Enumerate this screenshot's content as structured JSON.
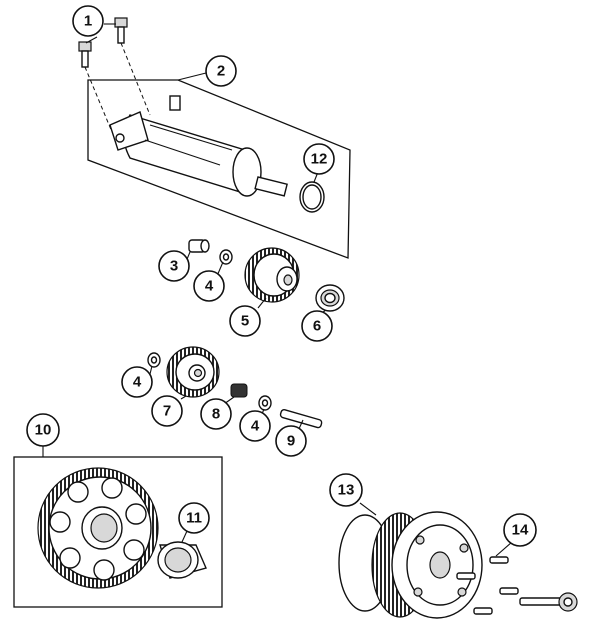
{
  "callouts": {
    "c1": "1",
    "c2": "2",
    "c3": "3",
    "c4a": "4",
    "c4b": "4",
    "c4c": "4",
    "c5": "5",
    "c6": "6",
    "c7": "7",
    "c8": "8",
    "c9": "9",
    "c10": "10",
    "c11": "11",
    "c12": "12",
    "c13": "13",
    "c14": "14"
  }
}
